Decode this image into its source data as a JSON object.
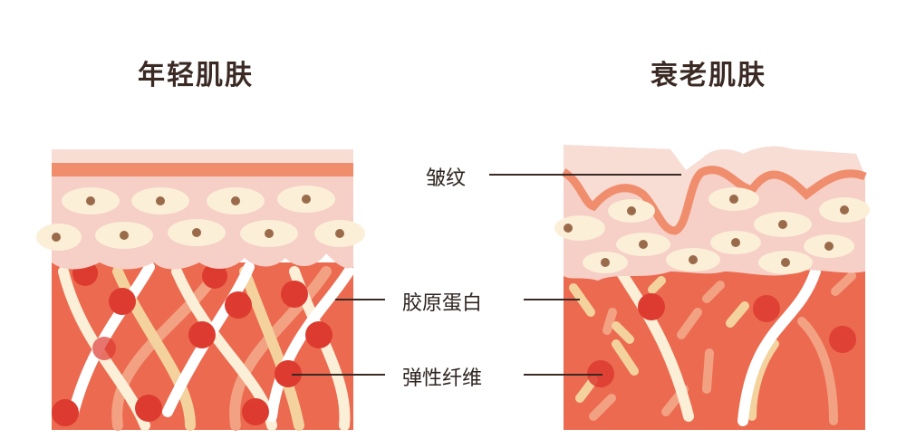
{
  "titles": {
    "young": "年轻肌肤",
    "aged": "衰老肌肤"
  },
  "labels": {
    "wrinkle": "皱纹",
    "collagen": "胶原蛋白",
    "elastin": "弹性纤维"
  },
  "colors": {
    "dermis": "#ec6a4f",
    "epidermis": "#f6cfc6",
    "band": "#f08d6d",
    "cell": "#fbefd8",
    "nucleus": "#9a6b4b",
    "elastin_dot": "#dd3b30",
    "collagen": "#f3d29e",
    "text": "#2e2420"
  }
}
